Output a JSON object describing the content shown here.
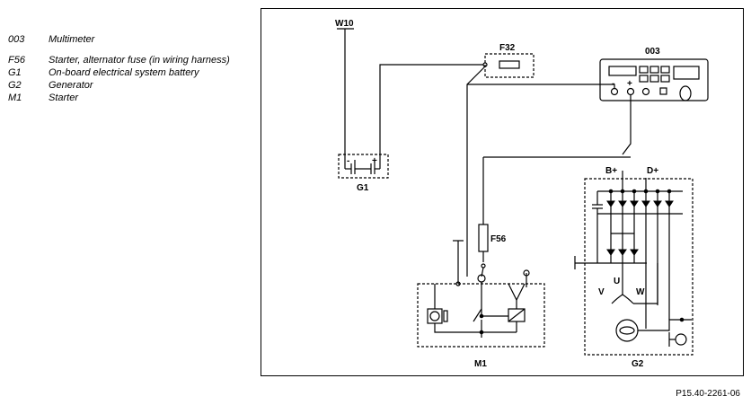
{
  "legend": {
    "items": [
      {
        "code": "003",
        "text": "Multimeter"
      },
      {
        "code": "F56",
        "text": "Starter, alternator fuse (in wiring harness)"
      },
      {
        "code": "G1",
        "text": "On-board electrical system battery"
      },
      {
        "code": "G2",
        "text": "Generator"
      },
      {
        "code": "M1",
        "text": "Starter"
      }
    ]
  },
  "diagram": {
    "labels": {
      "w10": "W10",
      "f32": "F32",
      "multimeter": "003",
      "battery": "G1",
      "bplus": "B+",
      "dplus": "D+",
      "f56": "F56",
      "u": "U",
      "v": "V",
      "w": "W",
      "starter": "M1",
      "generator": "G2",
      "battery_minus": "-",
      "battery_plus": "+",
      "meter_minus": "-",
      "meter_plus": "+"
    }
  },
  "footer": {
    "reference": "P15.40-2261-06"
  }
}
